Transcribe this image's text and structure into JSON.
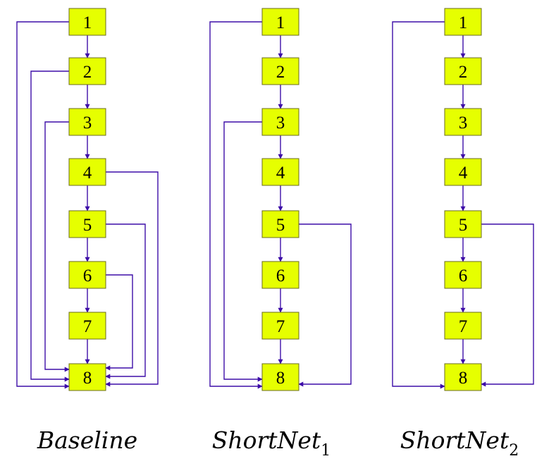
{
  "colors": {
    "node_fill": "#e6ff00",
    "edge": "#3d0da8"
  },
  "columns": [
    {
      "caption": "Baseline",
      "caption_subscript": "",
      "nodes": [
        "1",
        "2",
        "3",
        "4",
        "5",
        "6",
        "7",
        "8"
      ],
      "skip_edges_left": [
        {
          "from": "1",
          "to": "8"
        },
        {
          "from": "2",
          "to": "8"
        },
        {
          "from": "3",
          "to": "8"
        }
      ],
      "skip_edges_right": [
        {
          "from": "4",
          "to": "8"
        },
        {
          "from": "5",
          "to": "8"
        },
        {
          "from": "6",
          "to": "8"
        }
      ]
    },
    {
      "caption": "ShortNet",
      "caption_subscript": "1",
      "nodes": [
        "1",
        "2",
        "3",
        "4",
        "5",
        "6",
        "7",
        "8"
      ],
      "skip_edges_left": [
        {
          "from": "1",
          "to": "8"
        },
        {
          "from": "3",
          "to": "8"
        }
      ],
      "skip_edges_right": [
        {
          "from": "5",
          "to": "8"
        }
      ]
    },
    {
      "caption": "ShortNet",
      "caption_subscript": "2",
      "nodes": [
        "1",
        "2",
        "3",
        "4",
        "5",
        "6",
        "7",
        "8"
      ],
      "skip_edges_left": [
        {
          "from": "1",
          "to": "8"
        }
      ],
      "skip_edges_right": [
        {
          "from": "5",
          "to": "8"
        }
      ]
    }
  ]
}
